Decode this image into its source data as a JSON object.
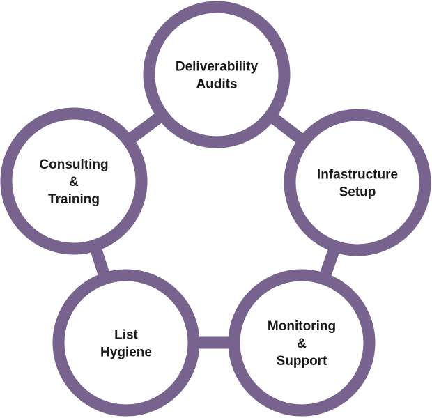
{
  "colors": {
    "ring": "#78628e",
    "text": "#1a1a1a"
  },
  "nodes": [
    {
      "id": "deliverability-audits",
      "lines": [
        "Deliverability",
        "Audits"
      ]
    },
    {
      "id": "infastructure-setup",
      "lines": [
        "Infastructure",
        "Setup"
      ]
    },
    {
      "id": "monitoring-support",
      "lines": [
        "Monitoring",
        "&",
        "Support"
      ]
    },
    {
      "id": "list-hygiene",
      "lines": [
        "List",
        "Hygiene"
      ]
    },
    {
      "id": "consulting-training",
      "lines": [
        "Consulting",
        "&",
        "Training"
      ]
    }
  ]
}
